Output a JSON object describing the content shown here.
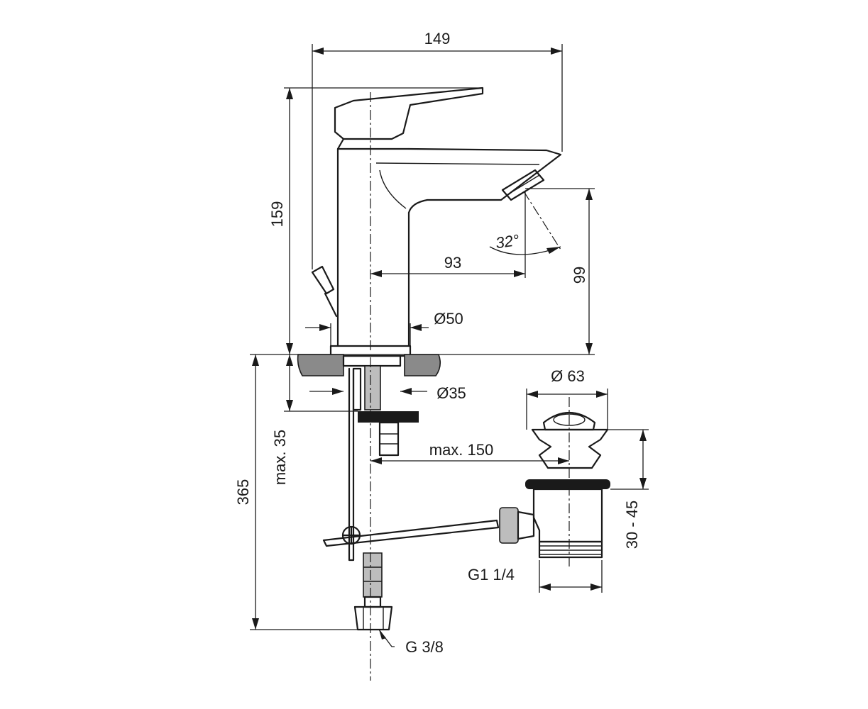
{
  "drawing": {
    "dim_width_total": "149",
    "dim_height_total": "159",
    "dim_spout_reach": "93",
    "dim_spout_height": "99",
    "dim_angle": "32°",
    "dim_base_diameter": "Ø50",
    "dim_hole_diameter": "Ø35",
    "dim_waste_diameter": "Ø 63",
    "dim_max_distance": "max. 150",
    "dim_max_thickness": "max. 35",
    "dim_hose_length": "365",
    "dim_waste_height": "30 - 45",
    "thread_waste": "G1 1/4",
    "thread_supply": "G 3/8"
  }
}
